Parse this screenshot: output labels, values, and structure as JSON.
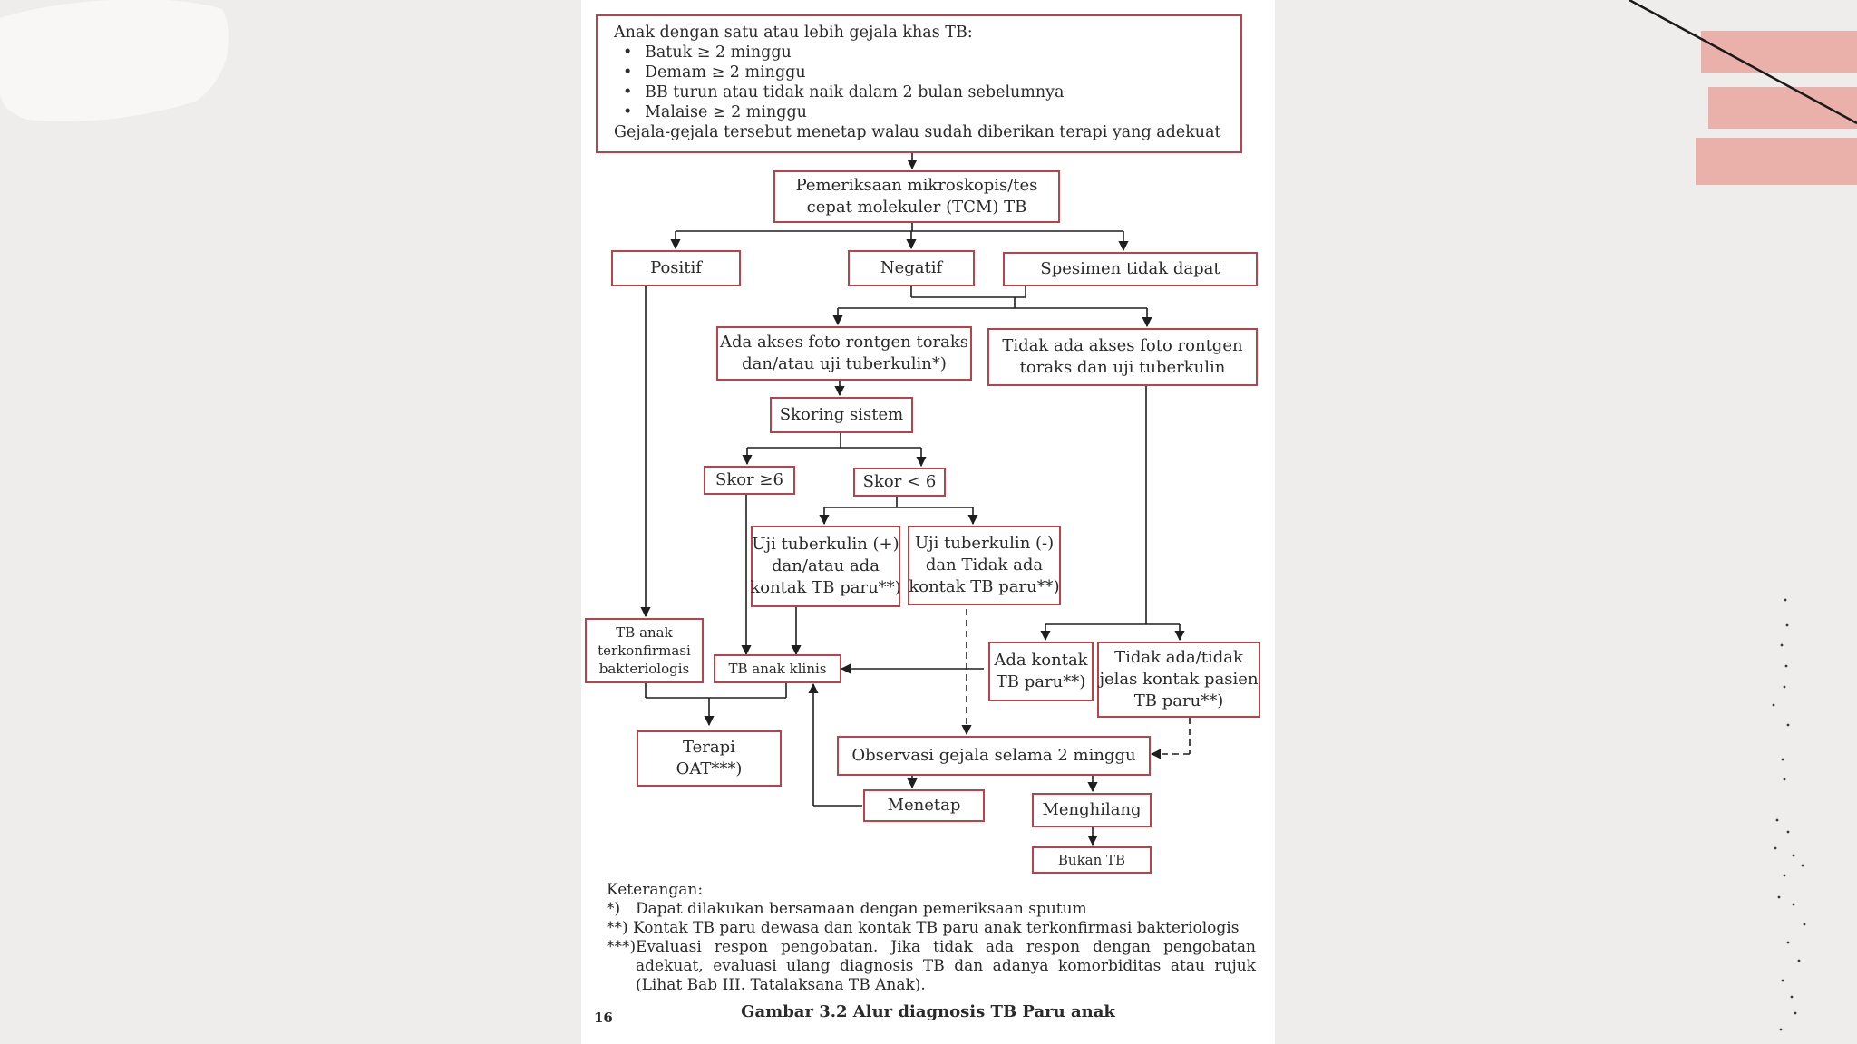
{
  "top_box": {
    "heading": "Anak dengan satu atau lebih gejala khas TB:",
    "symptoms": [
      "Batuk ≥ 2 minggu",
      "Demam ≥ 2 minggu",
      "BB turun atau tidak naik dalam 2 bulan sebelumnya",
      "Malaise ≥ 2 minggu"
    ],
    "footer": "Gejala-gejala tersebut menetap walau sudah diberikan terapi yang adekuat"
  },
  "nodes": {
    "exam": [
      "Pemeriksaan mikroskopis/tes",
      "cepat molekuler (TCM) TB"
    ],
    "positif": "Positif",
    "negatif": "Negatif",
    "spesimen": "Spesimen tidak dapat",
    "ada_akses": [
      "Ada akses foto rontgen toraks",
      "dan/atau uji tuberkulin*)"
    ],
    "tidak_akses": [
      "Tidak ada akses foto rontgen",
      "toraks dan uji tuberkulin"
    ],
    "skoring": "Skoring sistem",
    "skor_high": "Skor ≥6",
    "skor_low": "Skor < 6",
    "uji_pos": [
      "Uji tuberkulin (+)",
      "dan/atau ada",
      "kontak TB paru**)"
    ],
    "uji_neg": [
      "Uji tuberkulin (-)",
      "dan Tidak ada",
      "kontak TB paru**)"
    ],
    "tb_konfirmasi": [
      "TB anak",
      "terkonfirmasi",
      "bakteriologis"
    ],
    "tb_klinis": "TB anak klinis",
    "ada_kontak": [
      "Ada kontak",
      "TB  paru**)"
    ],
    "tidak_kontak": [
      "Tidak ada/tidak",
      "jelas kontak pasien",
      "TB paru**)"
    ],
    "terapi": [
      "Terapi",
      "OAT***)"
    ],
    "observasi": "Observasi gejala selama 2 minggu",
    "menetap": "Menetap",
    "menghilang": "Menghilang",
    "bukan_tb": "Bukan TB"
  },
  "notes": {
    "title": "Keterangan:",
    "n1_mark": "*)",
    "n1": "Dapat dilakukan bersamaan dengan pemeriksaan sputum",
    "n2": "**) Kontak TB paru dewasa dan kontak TB paru anak terkonfirmasi bakteriologis",
    "n3_mark": "***)",
    "n3": "Evaluasi respon pengobatan. Jika tidak ada respon dengan pengobatan adekuat, evaluasi ulang diagnosis TB dan adanya komorbiditas atau rujuk (Lihat Bab III. Tatalaksana TB Anak)."
  },
  "page_number": "16",
  "caption": "Gambar 3.2 Alur diagnosis TB Paru anak",
  "colors": {
    "box_border": "#b8434a",
    "deco_stripe": "#e9a59f",
    "page_bg": "#efedeb"
  }
}
